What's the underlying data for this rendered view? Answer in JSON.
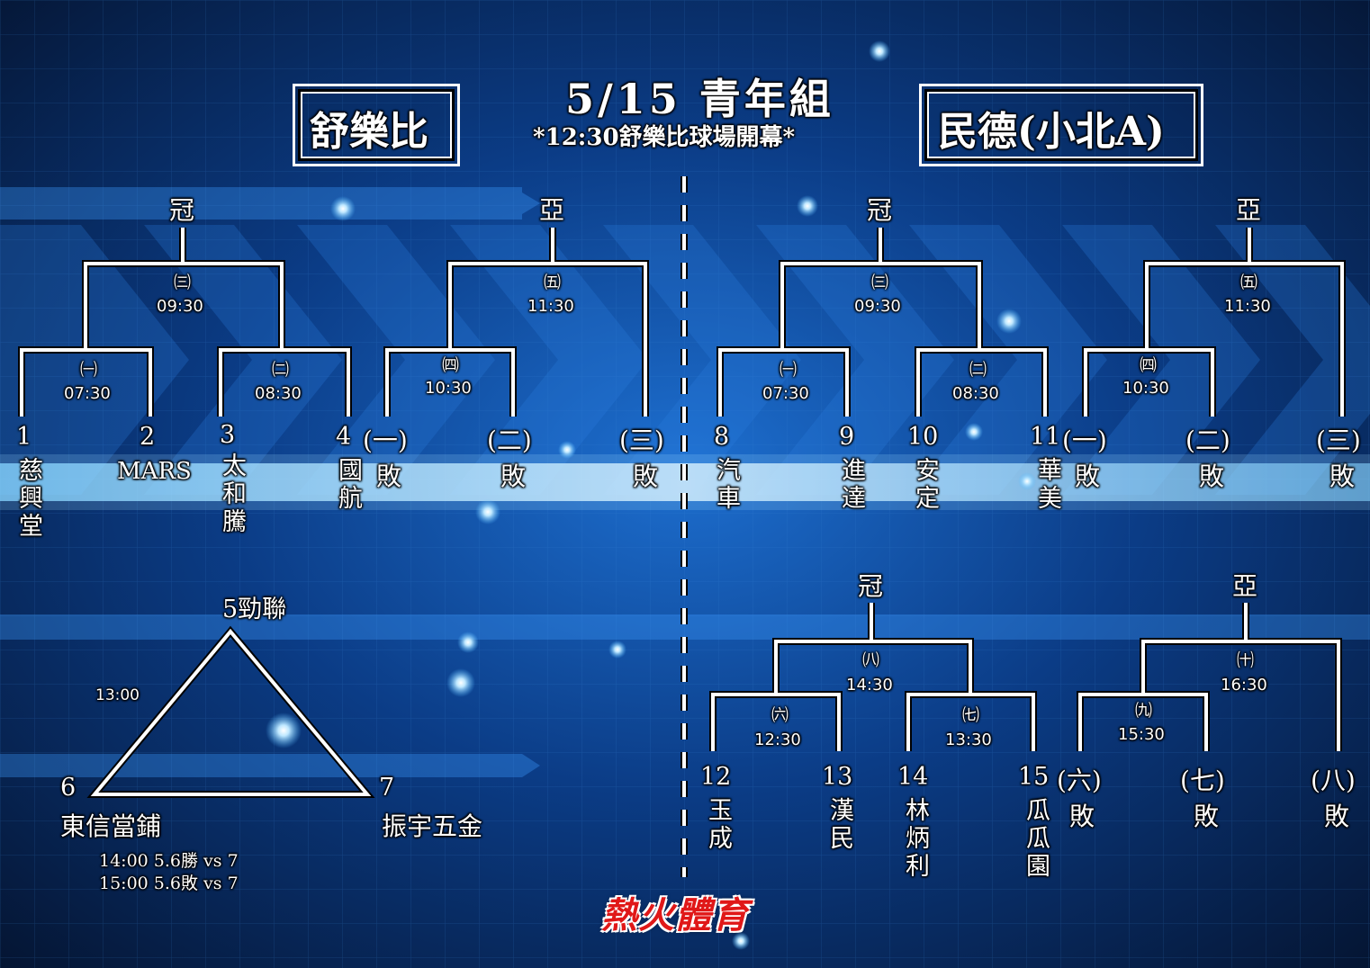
{
  "header": {
    "title": "5/15 青年組",
    "subtitle": "*12:30舒樂比球場開幕*"
  },
  "venues": {
    "left": "舒樂比",
    "right": "民德(小北A)"
  },
  "left": {
    "champion_label": "冠",
    "runnerup_label": "亞",
    "games": {
      "g1": {
        "no": "㈠",
        "time": "07:30"
      },
      "g2": {
        "no": "㈡",
        "time": "08:30"
      },
      "g3": {
        "no": "㈢",
        "time": "09:30"
      },
      "g4": {
        "no": "㈣",
        "time": "10:30"
      },
      "g5": {
        "no": "㈤",
        "time": "11:30"
      }
    },
    "teams": [
      {
        "num": "1",
        "name": "慈興堂"
      },
      {
        "num": "2",
        "name": "MARS"
      },
      {
        "num": "3",
        "name": "太和騰"
      },
      {
        "num": "4",
        "name": "國航"
      }
    ],
    "losers": [
      {
        "num": "(一)",
        "name": "敗"
      },
      {
        "num": "(二)",
        "name": "敗"
      },
      {
        "num": "(三)",
        "name": "敗"
      }
    ],
    "triangle": {
      "top": "5勁聯",
      "time": "13:00",
      "bl_num": "6",
      "bl_name": "東信當鋪",
      "br_num": "7",
      "br_name": "振宇五金",
      "note1": "14:00 5.6勝 vs 7",
      "note2": "15:00 5.6敗 vs 7"
    }
  },
  "right": {
    "champion_label": "冠",
    "runnerup_label": "亞",
    "games": {
      "g1": {
        "no": "㈠",
        "time": "07:30"
      },
      "g2": {
        "no": "㈡",
        "time": "08:30"
      },
      "g3": {
        "no": "㈢",
        "time": "09:30"
      },
      "g4": {
        "no": "㈣",
        "time": "10:30"
      },
      "g5": {
        "no": "㈤",
        "time": "11:30"
      },
      "g6": {
        "no": "㈥",
        "time": "12:30"
      },
      "g7": {
        "no": "㈦",
        "time": "13:30"
      },
      "g8": {
        "no": "㈧",
        "time": "14:30"
      },
      "g9": {
        "no": "㈨",
        "time": "15:30"
      },
      "g10": {
        "no": "㈩",
        "time": "16:30"
      }
    },
    "teams_top": [
      {
        "num": "8",
        "name": "汽車"
      },
      {
        "num": "9",
        "name": "進達"
      },
      {
        "num": "10",
        "name": "安定"
      },
      {
        "num": "11",
        "name": "華美"
      }
    ],
    "losers_top": [
      {
        "num": "(一)",
        "name": "敗"
      },
      {
        "num": "(二)",
        "name": "敗"
      },
      {
        "num": "(三)",
        "name": "敗"
      }
    ],
    "teams_bottom": [
      {
        "num": "12",
        "name": "玉成"
      },
      {
        "num": "13",
        "name": "漢民"
      },
      {
        "num": "14",
        "name": "林炳利"
      },
      {
        "num": "15",
        "name": "瓜瓜園"
      }
    ],
    "losers_bottom": [
      {
        "num": "(六)",
        "name": "敗"
      },
      {
        "num": "(七)",
        "name": "敗"
      },
      {
        "num": "(八)",
        "name": "敗"
      }
    ]
  },
  "footer": {
    "logo": "熱火體育"
  },
  "colors": {
    "bg_dark": "#04132e",
    "bg_mid": "#0a3f8a",
    "glow": "#4fb8ff",
    "line": "#ffffff",
    "logo_red": "#e01818"
  }
}
